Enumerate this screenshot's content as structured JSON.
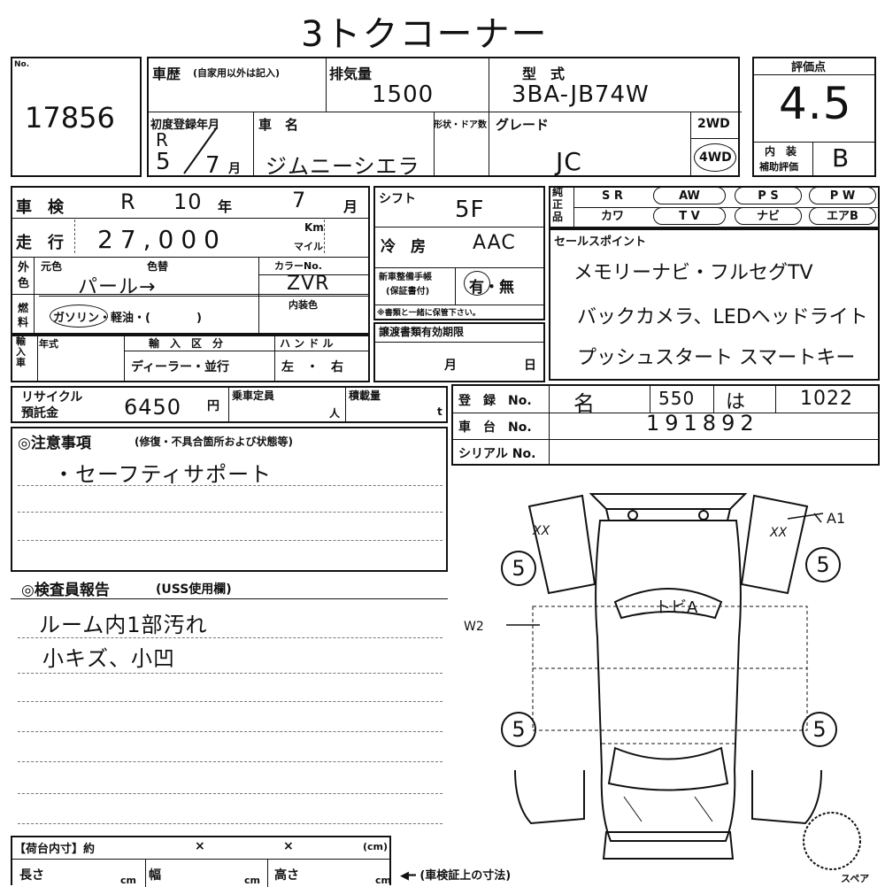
{
  "title": "3トクコーナー",
  "header": {
    "no_label": "No.",
    "lot_no": "17856",
    "history_label": "車歴",
    "history_note": "(自家用以外は記入)",
    "displacement_label": "排気量",
    "displacement": "1500",
    "model_label": "型　式",
    "model": "3BA-JB74W",
    "first_reg_label": "初度登録年月",
    "first_reg_era": "R",
    "first_reg_year": "5",
    "first_reg_month": "7",
    "first_reg_month_unit": "月",
    "car_name_label": "車　名",
    "car_name": "ジムニーシエラ",
    "shape_door_label": "形状・ドア数",
    "grade_label": "グレード",
    "grade": "JC",
    "drive_2wd": "2WD",
    "drive_4wd": "4WD"
  },
  "rating": {
    "score_label": "評価点",
    "score": "4.5",
    "interior_label": "内　装",
    "interior_sub_label": "補助評価",
    "interior_grade": "B"
  },
  "inspection": {
    "label": "車　検",
    "era": "R",
    "year": "10",
    "year_unit": "年",
    "month": "7",
    "month_unit": "月"
  },
  "mileage": {
    "label": "走　行",
    "value": "27,000",
    "unit_km": "Km",
    "unit_mile": "マイル"
  },
  "shift": {
    "label": "シフト",
    "value": "5F"
  },
  "aircon": {
    "label": "冷　房",
    "value": "AAC"
  },
  "equipment": {
    "genuine_label": "純正品",
    "row1": [
      "S R",
      "AW",
      "P S",
      "P W"
    ],
    "row2": [
      "カワ",
      "T V",
      "ナビ",
      "エアB"
    ]
  },
  "sales_points": {
    "label": "セールスポイント",
    "lines": [
      "メモリーナビ・フルセグTV",
      "バックカメラ、LEDヘッドライト",
      "プッシュスタート スマートキー"
    ]
  },
  "color": {
    "outer_label": "外色",
    "original_label": "元色",
    "repaint_label": "色替",
    "original": "パール→",
    "color_no_label": "カラーNo.",
    "color_no": "ZVR",
    "interior_color_label": "内装色"
  },
  "fuel": {
    "label": "燃料",
    "options": "ガソリン・軽油・(　　　　)"
  },
  "manual": {
    "label": "新車整備手帳",
    "sub": "(保証書付)",
    "value": "有・無",
    "note": "※書類と一緒に保管下さい。"
  },
  "import": {
    "label": "輸入車",
    "year_label": "年式",
    "type_label": "輸　入　区　分",
    "type_value": "ディーラー・並行",
    "handle_label": "ハ ン ド ル",
    "handle_value": "左　・　右"
  },
  "transfer": {
    "label": "譲渡書類有効期限",
    "month_unit": "月",
    "day_unit": "日"
  },
  "recycle": {
    "label1": "リサイクル",
    "label2": "預託金",
    "value": "6450",
    "unit": "円",
    "capacity_label": "乗車定員",
    "capacity_unit": "人",
    "load_label": "積載量",
    "load_unit": "t"
  },
  "registration": {
    "reg_label": "登　録　No.",
    "reg_area": "名",
    "reg_class": "550",
    "reg_kana": "は",
    "reg_num": "1022",
    "chassis_label": "車　台　No.",
    "chassis": "191892",
    "serial_label": "シリアル No."
  },
  "caution": {
    "label": "◎注意事項",
    "note": "(修復・不具合箇所および状態等)",
    "lines": [
      "・セーフティサポート"
    ]
  },
  "inspector": {
    "label": "◎検査員報告",
    "note": "(USS使用欄)",
    "lines": [
      "ルーム内1部汚れ",
      "小キズ、小凹"
    ]
  },
  "cargo": {
    "label": "【荷台内寸】約",
    "x1": "×",
    "x2": "×",
    "unit": "(cm)",
    "length_label": "長さ",
    "width_label": "幅",
    "height_label": "高さ",
    "cm": "cm",
    "arrow_note": "◀━ (車検証上の寸法)"
  },
  "diagram": {
    "tire_fl": "5",
    "tire_fr": "5",
    "tire_rl": "5",
    "tire_rr": "5",
    "mark_left": "XX",
    "mark_right": "XX",
    "mark_a1": "A1",
    "mark_w2": "W2",
    "windshield_note": "トビA",
    "spare_label": "スペア"
  }
}
